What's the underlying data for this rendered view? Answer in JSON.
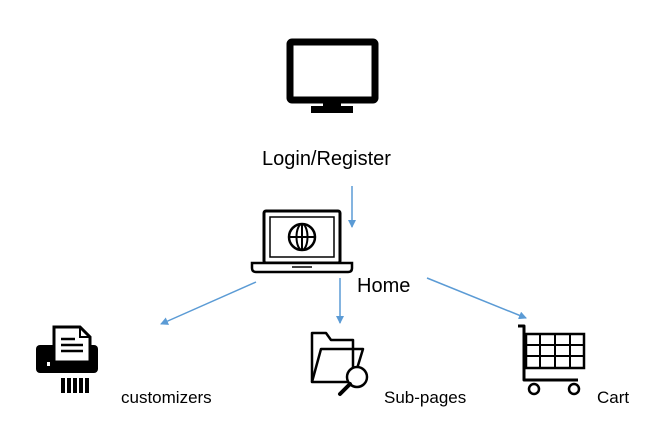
{
  "nodes": {
    "login": {
      "label": "Login/Register",
      "icon": "monitor-icon"
    },
    "home": {
      "label": "Home",
      "icon": "laptop-globe-icon"
    },
    "customizers": {
      "label": "customizers",
      "icon": "shredder-document-icon"
    },
    "subpages": {
      "label": "Sub-pages",
      "icon": "folder-search-icon"
    },
    "cart": {
      "label": "Cart",
      "icon": "shopping-cart-icon"
    }
  },
  "edges": [
    {
      "from": "Login/Register",
      "to": "Home"
    },
    {
      "from": "Home",
      "to": "customizers"
    },
    {
      "from": "Home",
      "to": "Sub-pages"
    },
    {
      "from": "Home",
      "to": "Cart"
    }
  ],
  "colors": {
    "arrow": "#5b9bd5",
    "icon": "#000000",
    "text": "#000000"
  }
}
